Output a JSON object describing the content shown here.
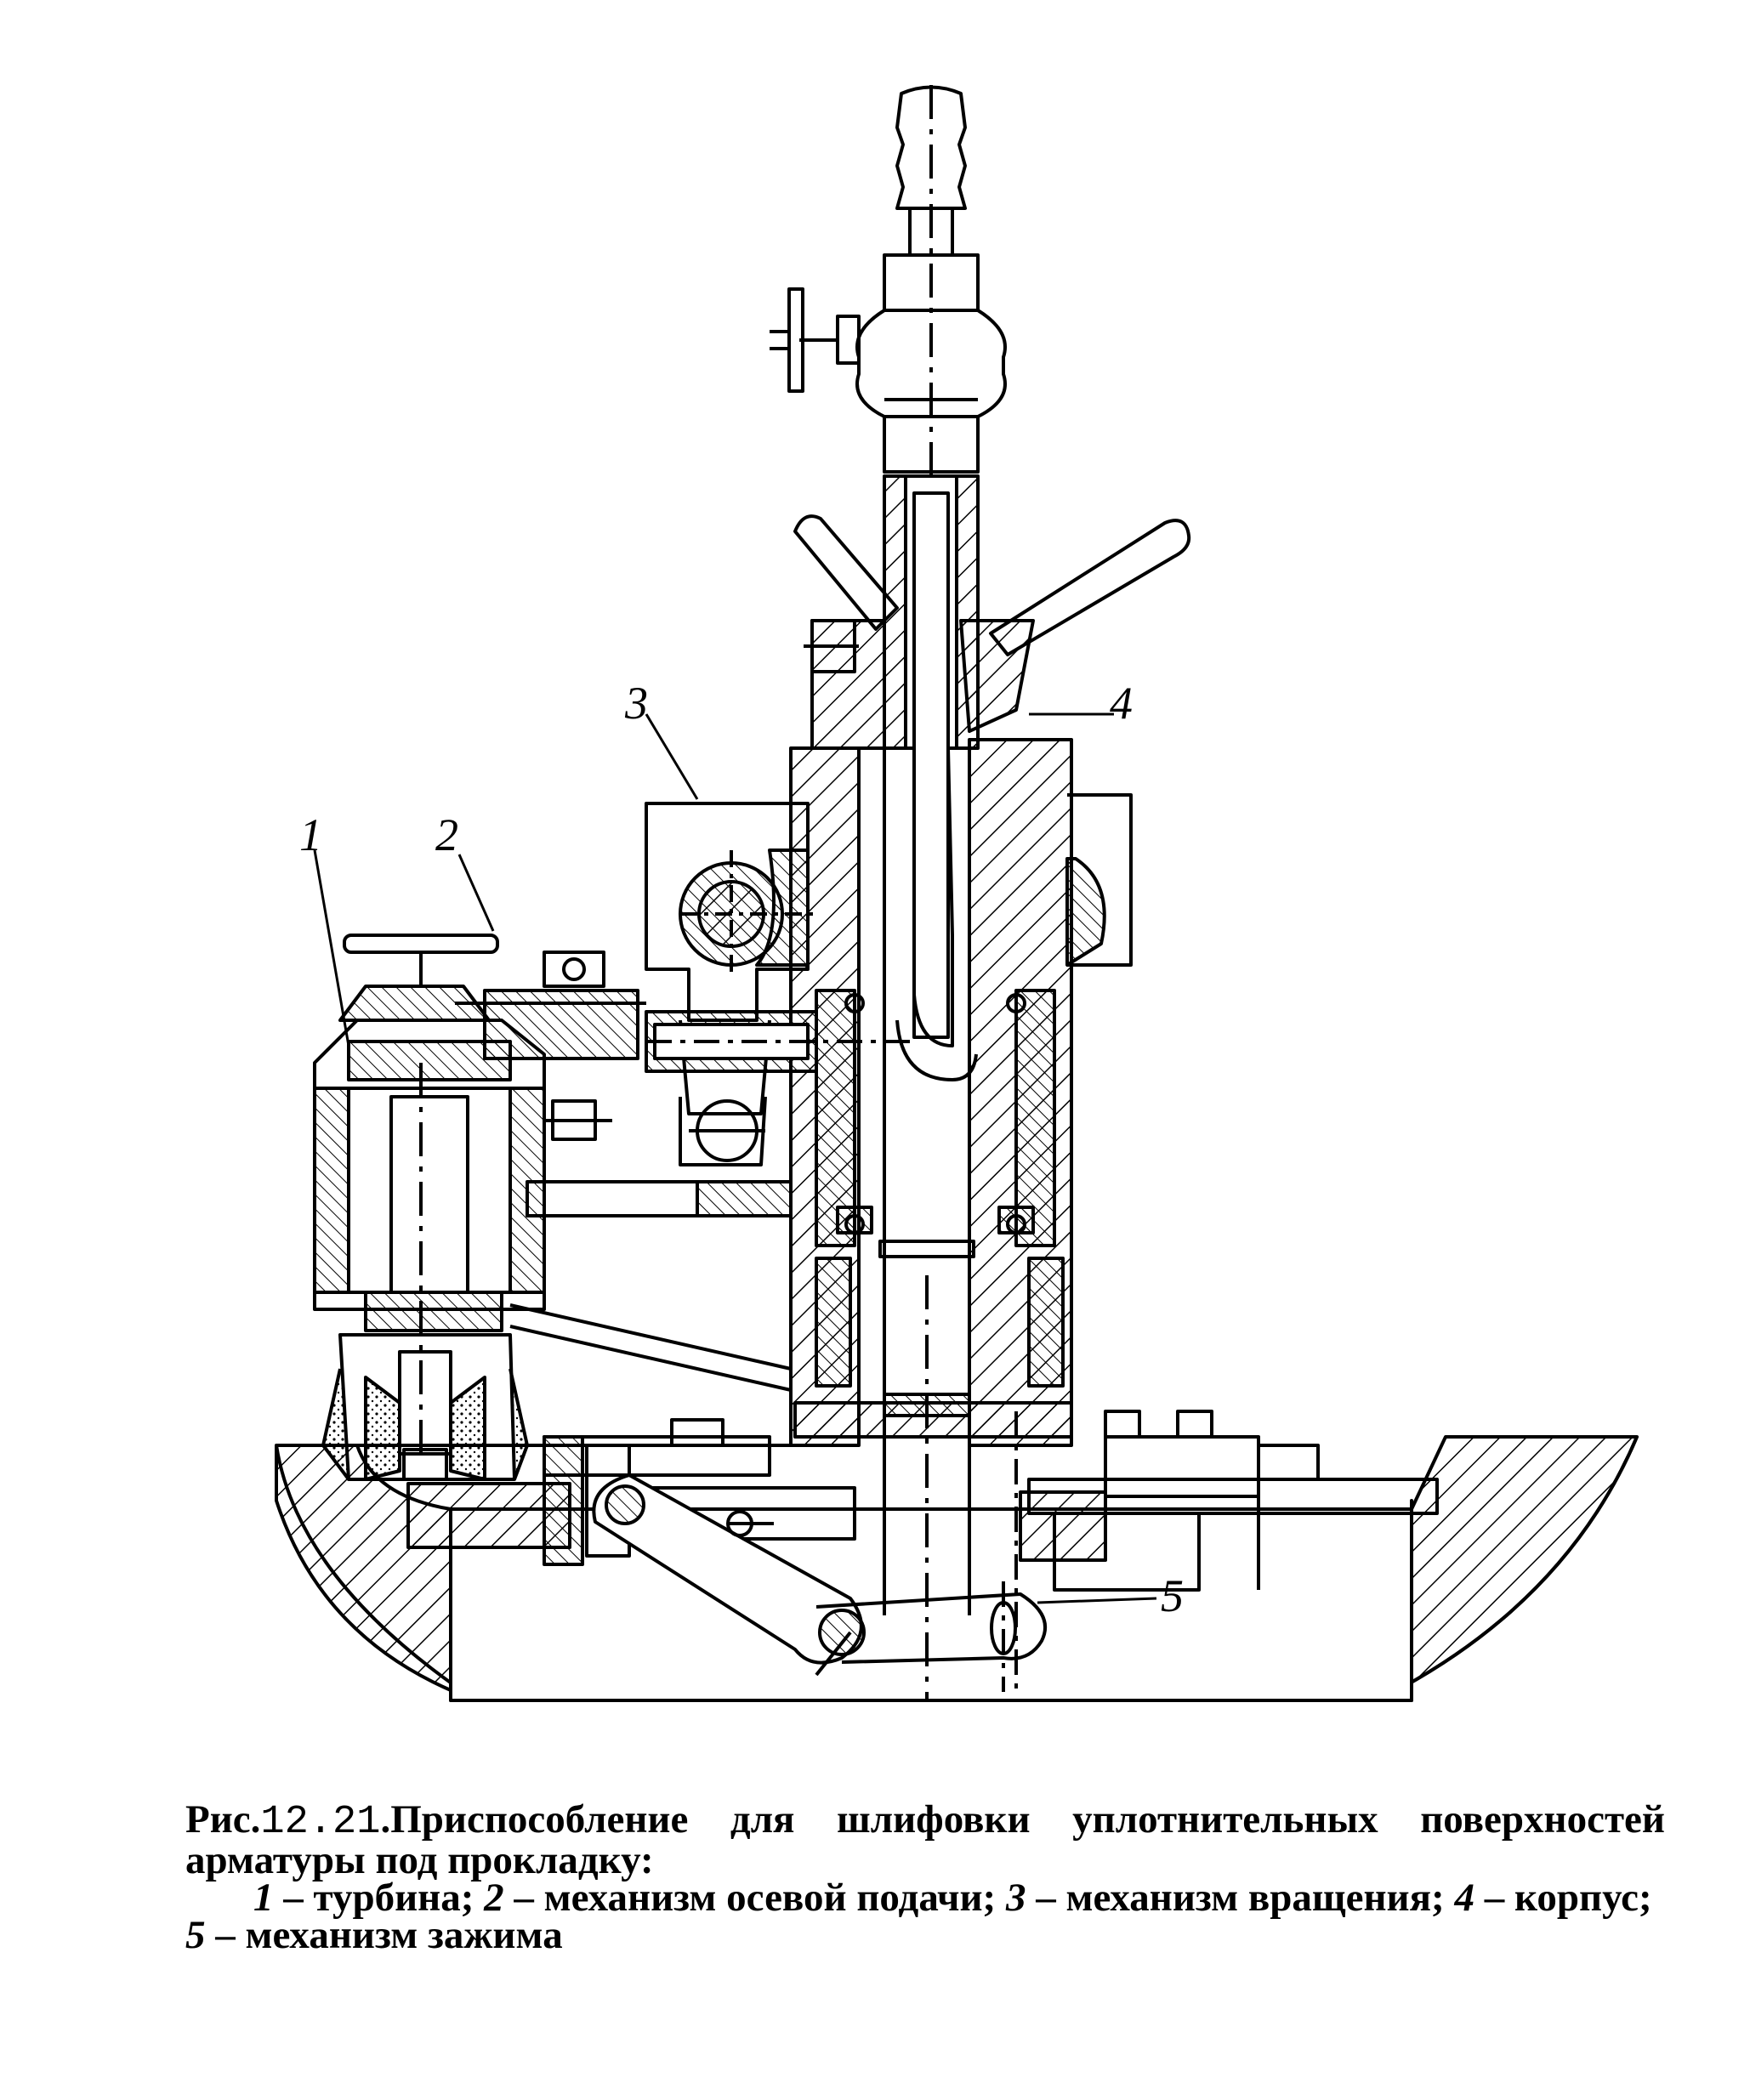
{
  "callouts": [
    "1",
    "2",
    "3",
    "4",
    "5"
  ],
  "caption": {
    "prefix": "Рис.",
    "number": "12.21",
    "title_line1": ".Приспособление для шлифовки уплотнительных поверхностей",
    "title_line2": "арматуры под прокладку:",
    "legend": [
      {
        "num": "1",
        "text": " – турбина; "
      },
      {
        "num": "2",
        "text": " – механизм осевой подачи; "
      },
      {
        "num": "3",
        "text": " – механизм вращения; "
      },
      {
        "num": "4",
        "text": " – корпус;"
      },
      {
        "num": "5",
        "text": " – механизм зажима"
      }
    ]
  },
  "colors": {
    "ink": "#000000",
    "paper": "#ffffff"
  }
}
